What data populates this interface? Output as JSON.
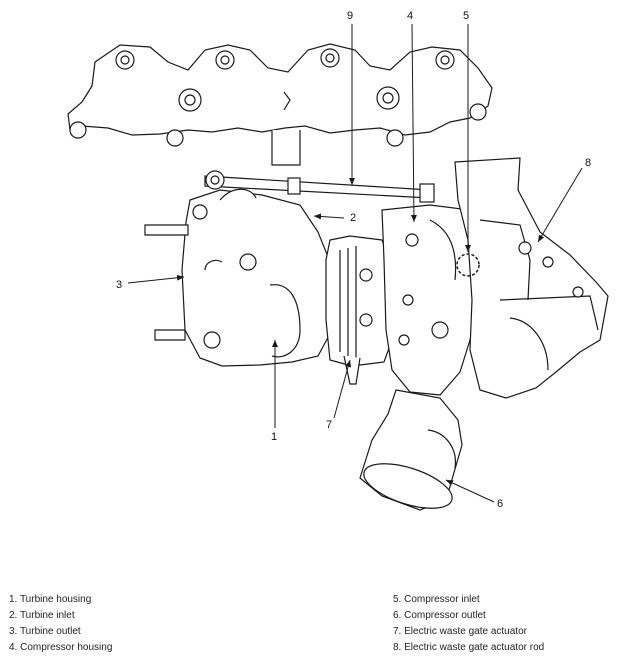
{
  "callouts": {
    "c1": "1",
    "c2": "2",
    "c3": "3",
    "c4": "4",
    "c5": "5",
    "c6": "6",
    "c7": "7",
    "c8": "8",
    "c9": "9"
  },
  "legend": {
    "left": [
      "1. Turbine housing",
      "2. Turbine inlet",
      "3. Turbine outlet",
      "4. Compressor housing"
    ],
    "right": [
      "5. Compressor inlet",
      "6. Compressor outlet",
      "7. Electric waste gate actuator",
      "8. Electric waste gate actuator rod"
    ]
  },
  "colors": {
    "line": "#1a1a1a",
    "highlight_circle": "#1a1a1a"
  }
}
